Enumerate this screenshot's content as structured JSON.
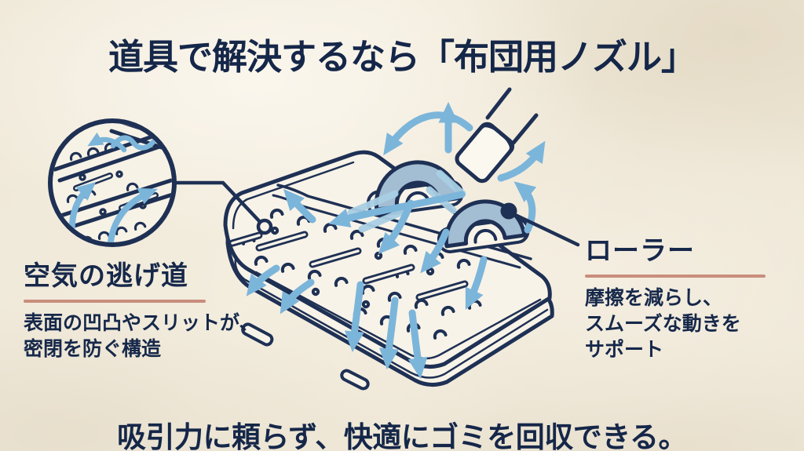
{
  "title": "道具で解決するなら「布団用ノズル」",
  "caption": "吸引力に頼らず、快適にゴミを回収できる。",
  "callouts": {
    "air_escape": {
      "heading": "空気の逃げ道",
      "line1": "表面の凹凸やスリットが、",
      "line2": "密閉を防ぐ構造"
    },
    "roller": {
      "heading": "ローラー",
      "line1": "摩擦を減らし、",
      "line2": "スムーズな動きを",
      "line3": "サポート"
    }
  },
  "illustration": {
    "elements": [
      "magnifier-detail-circle",
      "nozzle-body",
      "left-roller",
      "right-roller",
      "wand-tube",
      "airflow-arrows",
      "air-escape-point-marker"
    ]
  },
  "colors": {
    "navy_text": "#16284a",
    "line_navy": "#1e3054",
    "arrow_blue": "#7cb5da",
    "streak_blue": "#a9cfe4",
    "roller_fill": "#a3bdd3",
    "underline_salmon": "#c98e7c",
    "background_cream": "#efe8d8",
    "nozzle_fill": "#f8f3e8"
  }
}
